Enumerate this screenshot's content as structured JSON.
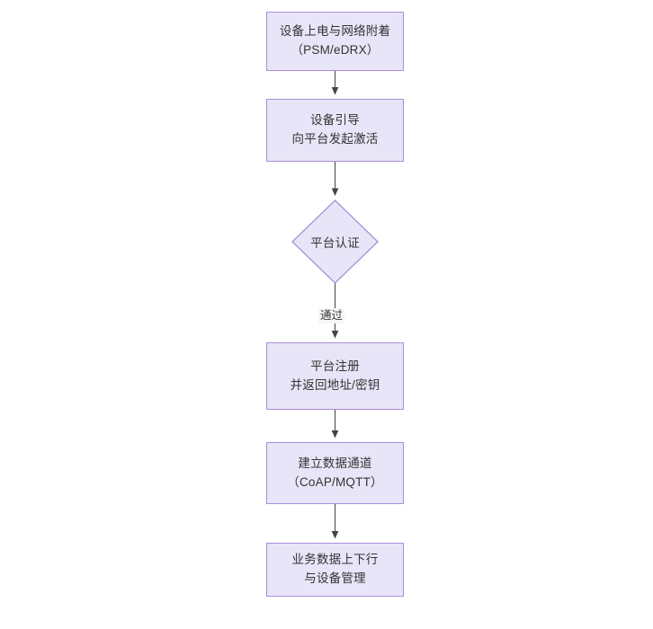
{
  "diagram": {
    "type": "flowchart",
    "orientation": "top-to-bottom",
    "theme": {
      "node_fill": "#e9e5f8",
      "node_border": "#a98fd8",
      "text_color": "#333333",
      "edge_color": "#555555",
      "background": "#ffffff",
      "edge_label_background": "#f7f7f7"
    },
    "nodes": [
      {
        "id": "power-on",
        "shape": "rectangle",
        "line1": "设备上电与网络附着",
        "line2": "（PSM/eDRX）"
      },
      {
        "id": "bootstrap",
        "shape": "rectangle",
        "line1": "设备引导",
        "line2": "向平台发起激活"
      },
      {
        "id": "platform-auth",
        "shape": "diamond",
        "line1": "平台认证"
      },
      {
        "id": "platform-register",
        "shape": "rectangle",
        "line1": "平台注册",
        "line2": "并返回地址/密钥"
      },
      {
        "id": "data-channel",
        "shape": "rectangle",
        "line1": "建立数据通道",
        "line2": "（CoAP/MQTT）"
      },
      {
        "id": "business-data",
        "shape": "rectangle",
        "line1": "业务数据上下行",
        "line2": "与设备管理"
      }
    ],
    "edges": [
      {
        "from": "power-on",
        "to": "bootstrap",
        "label": ""
      },
      {
        "from": "bootstrap",
        "to": "platform-auth",
        "label": ""
      },
      {
        "from": "platform-auth",
        "to": "platform-register",
        "label": "通过"
      },
      {
        "from": "platform-register",
        "to": "data-channel",
        "label": ""
      },
      {
        "from": "data-channel",
        "to": "business-data",
        "label": ""
      }
    ]
  }
}
